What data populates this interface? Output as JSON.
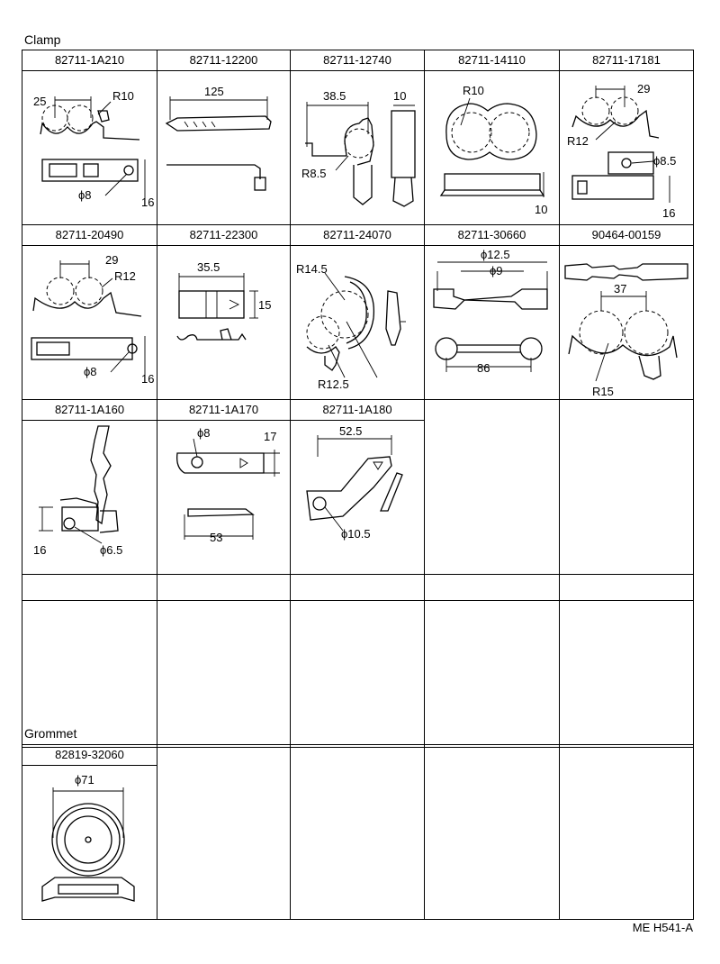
{
  "clamp_section": {
    "title": "Clamp",
    "parts": [
      {
        "number": "82711-1A210",
        "dims": [
          "25",
          "R10",
          "ϕ8",
          "16"
        ]
      },
      {
        "number": "82711-12200",
        "dims": [
          "125"
        ]
      },
      {
        "number": "82711-12740",
        "dims": [
          "38.5",
          "10",
          "R8.5"
        ]
      },
      {
        "number": "82711-14110",
        "dims": [
          "R10",
          "10"
        ]
      },
      {
        "number": "82711-17181",
        "dims": [
          "29",
          "R12",
          "ϕ8.5",
          "16"
        ]
      },
      {
        "number": "82711-20490",
        "dims": [
          "29",
          "R12",
          "ϕ8",
          "16"
        ]
      },
      {
        "number": "82711-22300",
        "dims": [
          "35.5",
          "15"
        ]
      },
      {
        "number": "82711-24070",
        "dims": [
          "R14.5",
          "R12.5"
        ]
      },
      {
        "number": "82711-30660",
        "dims": [
          "ϕ12.5",
          "ϕ9",
          "86"
        ]
      },
      {
        "number": "90464-00159",
        "dims": [
          "37",
          "R15"
        ]
      },
      {
        "number": "82711-1A160",
        "dims": [
          "16",
          "ϕ6.5"
        ]
      },
      {
        "number": "82711-1A170",
        "dims": [
          "ϕ8",
          "17",
          "53"
        ]
      },
      {
        "number": "82711-1A180",
        "dims": [
          "52.5",
          "ϕ10.5"
        ]
      }
    ]
  },
  "grommet_section": {
    "title": "Grommet",
    "parts": [
      {
        "number": "82819-32060",
        "dims": [
          "ϕ71"
        ]
      }
    ]
  },
  "footer": "ME  H541-A"
}
